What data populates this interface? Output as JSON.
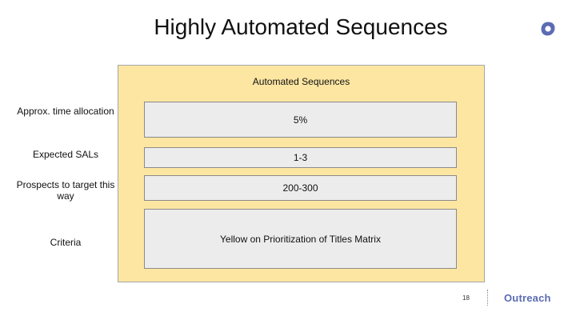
{
  "slide": {
    "title": "Highly Automated Sequences",
    "panel_heading": "Automated Sequences",
    "page_number": "18",
    "brand": "Outreach",
    "rows": [
      {
        "label": "Approx. time allocation",
        "value": "5%"
      },
      {
        "label": "Expected SALs",
        "value": "1-3"
      },
      {
        "label": "Prospects  to target this way",
        "value": "200-300"
      },
      {
        "label": "Criteria",
        "value": "Yellow on Prioritization of Titles Matrix"
      }
    ]
  },
  "colors": {
    "panel_fill": "#fde6a2",
    "cell_fill": "#ececec",
    "brand_accent": "#5b6cb2"
  },
  "icons": {
    "logo": "outreach-logo-icon"
  }
}
